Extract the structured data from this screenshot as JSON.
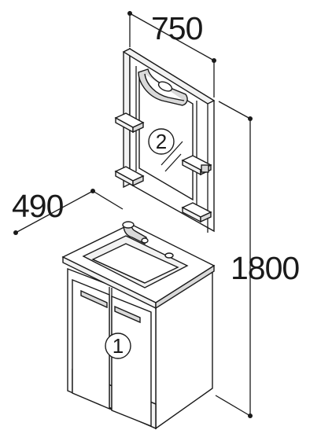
{
  "dimensions": {
    "width_label": "750",
    "depth_label": "490",
    "height_label": "1800"
  },
  "callouts": {
    "cabinet": "1",
    "mirror": "2"
  }
}
